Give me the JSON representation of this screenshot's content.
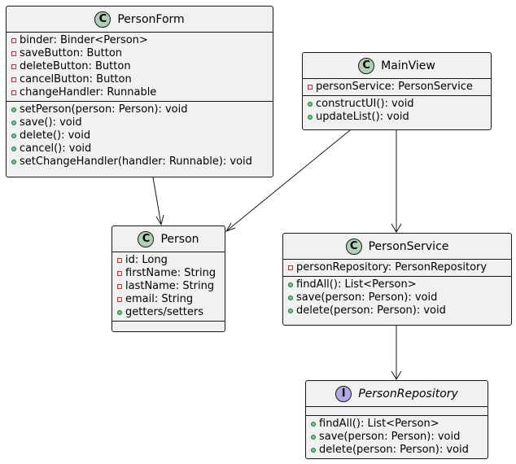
{
  "classes": {
    "person_form": {
      "kind": "C",
      "name": "PersonForm",
      "fields": [
        "binder: Binder<Person>",
        "saveButton: Button",
        "deleteButton: Button",
        "cancelButton: Button",
        "changeHandler: Runnable"
      ],
      "methods": [
        "setPerson(person: Person): void",
        "save(): void",
        "delete(): void",
        "cancel(): void",
        "setChangeHandler(handler: Runnable): void"
      ]
    },
    "main_view": {
      "kind": "C",
      "name": "MainView",
      "fields": [
        "personService: PersonService"
      ],
      "methods": [
        "constructUI(): void",
        "updateList(): void"
      ]
    },
    "person": {
      "kind": "C",
      "name": "Person",
      "fields": [
        "id: Long",
        "firstName: String",
        "lastName: String",
        "email: String"
      ],
      "methods": [
        "getters/setters"
      ]
    },
    "person_service": {
      "kind": "C",
      "name": "PersonService",
      "fields": [
        "personRepository: PersonRepository"
      ],
      "methods": [
        "findAll(): List<Person>",
        "save(person: Person): void",
        "delete(person: Person): void"
      ]
    },
    "person_repository": {
      "kind": "I",
      "name": "PersonRepository",
      "fields": [],
      "methods": [
        "findAll(): List<Person>",
        "save(person: Person): void",
        "delete(person: Person): void"
      ]
    }
  },
  "colors": {
    "class_fill": "#f1f1f1",
    "border": "#181818",
    "class_badge": "#add1b2",
    "interface_badge": "#b4a7e5",
    "private_marker": "#c82930",
    "public_marker": "#84be84"
  }
}
